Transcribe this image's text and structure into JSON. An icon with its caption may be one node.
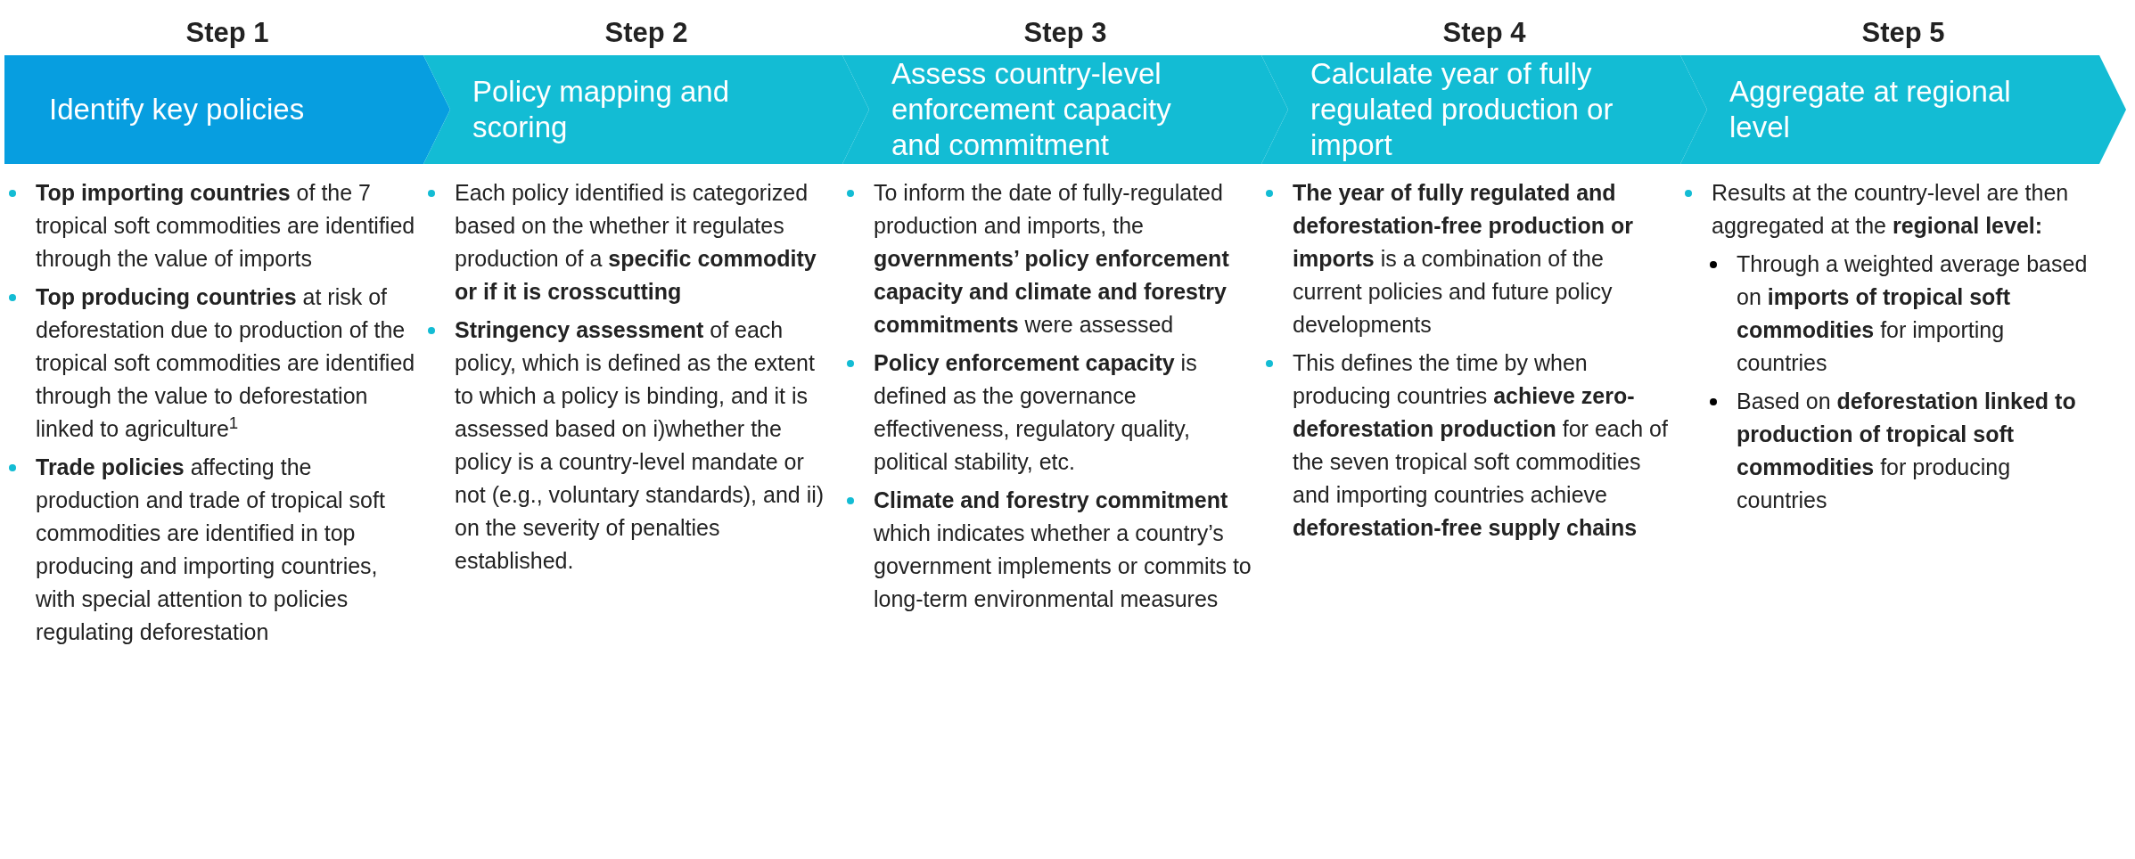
{
  "diagram": {
    "nodes": [
      {
        "text": [
          "Step 1",
          "Identify key policies"
        ],
        "beside": [
          "**Top importing countries** of the 7 tropical soft commodities are identified through the value of imports",
          "**Top producing countries** at risk of deforestation due to production of the tropical soft commodities are identified through the value to deforestation linked to agriculture$^{1}$",
          "**Trade policies** affecting the production and trade of tropical soft commodities are identified in top producing and importing countries, with special attention to policies regulating deforestation"
        ]
      },
      {
        "text": [
          "Step 2",
          "Policy mapping and scoring"
        ],
        "beside": [
          "Each policy identified is categorized based on the whether it regulates production of a **specific commodity or if it is crosscutting**",
          "**Stringency assessment** of each policy, which is defined as the extent to which a policy is binding, and it is assessed based on i)whether the policy is a country-level mandate or not (e.g., voluntary standards), and ii) on the severity of penalties established."
        ]
      },
      {
        "text": [
          "Step 3",
          "Assess country-level enforcement capacity and commitment"
        ],
        "beside": [
          "To inform the date of fully-regulated production and imports, the **governments’ policy enforcement capacity and climate and forestry commitments** were assessed",
          "**Policy enforcement capacity** is defined as the governance effectiveness, regulatory quality, political stability, etc.",
          "**Climate and forestry commitment** which indicates whether a country’s government implements or commits to long-term environmental measures"
        ]
      },
      {
        "text": [
          "Step 4",
          "Calculate year of fully regulated production or import"
        ],
        "beside": [
          "**The year of fully regulated and deforestation-free production or imports** is a combination of the current policies and future policy developments",
          "This defines the time by when producing countries **achieve zero-deforestation production** for each of the seven tropical soft commodities and importing countries achieve **deforestation-free supply chains**"
        ]
      },
      {
        "text": [
          "Step 5",
          "Aggregate at regional level"
        ],
        "beside": [
          "Results at the country-level are then aggregated at the **regional level:**",
          "Through a weighted average based on **imports of tropical soft commodities** for importing countries",
          "Based on **deforestation linked to production of tropical soft commodities** for producing countries"
        ]
      }
    ]
  }
}
